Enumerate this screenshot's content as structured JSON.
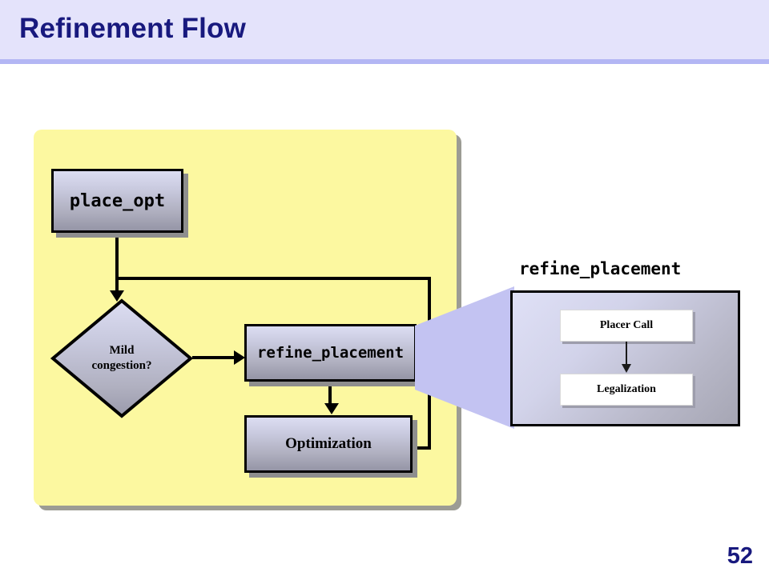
{
  "slide": {
    "title": "Refinement Flow",
    "page_number": "52",
    "title_color": "#18197e",
    "header_bg": "#e4e3fb",
    "header_rule_color": "#b3b6f4"
  },
  "flow_panel": {
    "bg_color": "#fcf8a0",
    "nodes": {
      "place_opt": "place_opt",
      "decision_line1": "Mild",
      "decision_line2": "congestion?",
      "refine_placement": "refine_placement",
      "optimization": "Optimization"
    }
  },
  "detail_panel": {
    "title": "refine_placement",
    "beam_color": "#c3c3f2",
    "steps": [
      {
        "label": "Placer Call"
      },
      {
        "label": "Legalization"
      }
    ]
  }
}
